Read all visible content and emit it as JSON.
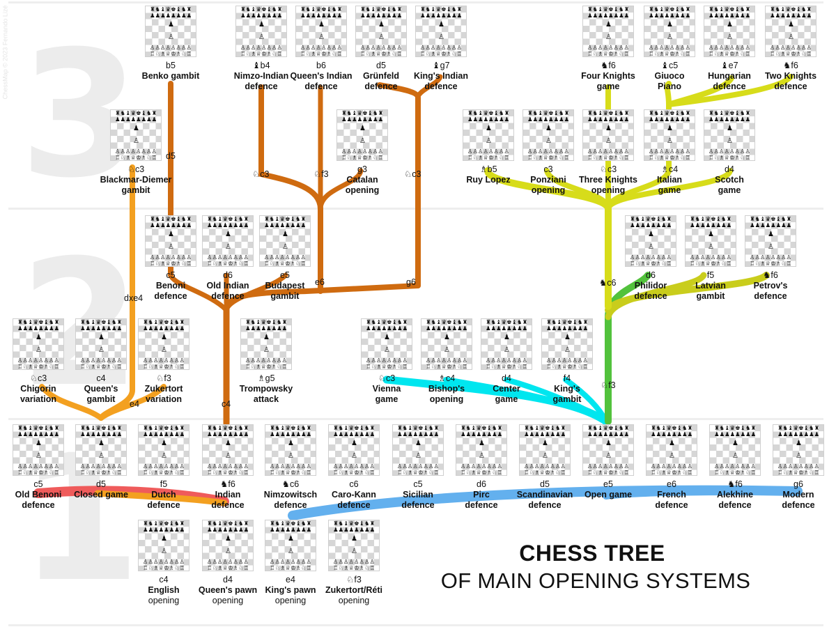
{
  "tiers": [
    "1",
    "2",
    "3"
  ],
  "credit": "ChessMap © 2023 Fernando Lizé",
  "title": {
    "line1": "CHESS TREE",
    "line2": "OF MAIN OPENING SYSTEMS"
  },
  "colors": {
    "root_d4": "#cf6b10",
    "c4_english": "#f3a020",
    "red": "#ef5b5b",
    "blue": "#63b0ee",
    "cyan": "#00e6ef",
    "green": "#52c23c",
    "yellow_green": "#c9cd1c",
    "yellow": "#d7dc1a"
  },
  "nodes": [
    {
      "id": "english",
      "move": "c4",
      "name": [
        "English"
      ],
      "sub": "opening"
    },
    {
      "id": "queens-pawn",
      "move": "d4",
      "name": [
        "Queen's pawn"
      ],
      "sub": "opening"
    },
    {
      "id": "kings-pawn",
      "move": "e4",
      "name": [
        "King's pawn"
      ],
      "sub": "opening"
    },
    {
      "id": "zukertort-reti",
      "move": "♘f3",
      "name": [
        "Zukertort/Réti"
      ],
      "sub": "opening"
    },
    {
      "id": "old-benoni",
      "move": "c5",
      "name": [
        "Old Benoni",
        "defence"
      ]
    },
    {
      "id": "closed-game",
      "move": "d5",
      "name": [
        "Closed game"
      ]
    },
    {
      "id": "dutch",
      "move": "f5",
      "name": [
        "Dutch",
        "defence"
      ]
    },
    {
      "id": "indian",
      "move": "♞f6",
      "name": [
        "Indian",
        "defence"
      ]
    },
    {
      "id": "nimzowitsch",
      "move": "♞c6",
      "name": [
        "Nimzowitsch",
        "defence"
      ]
    },
    {
      "id": "caro-kann",
      "move": "c6",
      "name": [
        "Caro-Kann",
        "defence"
      ]
    },
    {
      "id": "sicilian",
      "move": "c5",
      "name": [
        "Sicilian",
        "defence"
      ]
    },
    {
      "id": "pirc",
      "move": "d6",
      "name": [
        "Pirc",
        "defence"
      ]
    },
    {
      "id": "scandinavian",
      "move": "d5",
      "name": [
        "Scandinavian",
        "defence"
      ]
    },
    {
      "id": "open-game",
      "move": "e5",
      "name": [
        "Open game"
      ]
    },
    {
      "id": "french",
      "move": "e6",
      "name": [
        "French",
        "defence"
      ]
    },
    {
      "id": "alekhine",
      "move": "♞f6",
      "name": [
        "Alekhine",
        "defence"
      ]
    },
    {
      "id": "modern",
      "move": "g6",
      "name": [
        "Modern",
        "defence"
      ]
    },
    {
      "id": "chigorin",
      "move": "♘c3",
      "name": [
        "Chigorin",
        "variation"
      ]
    },
    {
      "id": "queens-gambit",
      "move": "c4",
      "name": [
        "Queen's",
        "gambit"
      ]
    },
    {
      "id": "zukertort-var",
      "move": "♘f3",
      "name": [
        "Zukertort",
        "variation"
      ]
    },
    {
      "id": "trompowsky",
      "move": "♗g5",
      "name": [
        "Trompowsky",
        "attack"
      ]
    },
    {
      "id": "vienna",
      "move": "♘c3",
      "name": [
        "Vienna",
        "game"
      ]
    },
    {
      "id": "bishops-opening",
      "move": "♗c4",
      "name": [
        "Bishop's",
        "opening"
      ]
    },
    {
      "id": "center-game",
      "move": "d4",
      "name": [
        "Center",
        "game"
      ]
    },
    {
      "id": "kings-gambit",
      "move": "f4",
      "name": [
        "King's",
        "gambit"
      ]
    },
    {
      "id": "benoni",
      "move": "c5",
      "name": [
        "Benoni",
        "defence"
      ]
    },
    {
      "id": "old-indian",
      "move": "d6",
      "name": [
        "Old Indian",
        "defence"
      ]
    },
    {
      "id": "budapest",
      "move": "e5",
      "name": [
        "Budapest",
        "gambit"
      ]
    },
    {
      "id": "philidor",
      "move": "d6",
      "name": [
        "Philidor",
        "defence"
      ]
    },
    {
      "id": "latvian",
      "move": "f5",
      "name": [
        "Latvian",
        "gambit"
      ]
    },
    {
      "id": "petrov",
      "move": "♞f6",
      "name": [
        "Petrov's",
        "defence"
      ]
    },
    {
      "id": "blackmar-diemer",
      "move": "♘c3",
      "name": [
        "Blackmar-Diemer",
        "gambit"
      ]
    },
    {
      "id": "catalan",
      "move": "g3",
      "name": [
        "Catalan",
        "opening"
      ]
    },
    {
      "id": "ruy-lopez",
      "move": "♗b5",
      "name": [
        "Ruy Lopez"
      ]
    },
    {
      "id": "ponziani",
      "move": "c3",
      "name": [
        "Ponziani",
        "opening"
      ]
    },
    {
      "id": "three-knights",
      "move": "♘c3",
      "name": [
        "Three Knights",
        "opening"
      ]
    },
    {
      "id": "italian",
      "move": "♗c4",
      "name": [
        "Italian",
        "game"
      ]
    },
    {
      "id": "scotch",
      "move": "d4",
      "name": [
        "Scotch",
        "game"
      ]
    },
    {
      "id": "benko",
      "move": "b5",
      "name": [
        "Benko gambit"
      ]
    },
    {
      "id": "nimzo-indian",
      "move": "♝b4",
      "name": [
        "Nimzo-Indian",
        "defence"
      ]
    },
    {
      "id": "queens-indian",
      "move": "b6",
      "name": [
        "Queen's Indian",
        "defence"
      ]
    },
    {
      "id": "grunfeld",
      "move": "d5",
      "name": [
        "Grünfeld",
        "defence"
      ]
    },
    {
      "id": "kings-indian",
      "move": "♝g7",
      "name": [
        "King's Indian",
        "defence"
      ]
    },
    {
      "id": "four-knights",
      "move": "♞f6",
      "name": [
        "Four Knights",
        "game"
      ]
    },
    {
      "id": "giuoco-piano",
      "move": "♝c5",
      "name": [
        "Giuoco",
        "Piano"
      ]
    },
    {
      "id": "hungarian",
      "move": "♝e7",
      "name": [
        "Hungarian",
        "defence"
      ]
    },
    {
      "id": "two-knights",
      "move": "♞f6",
      "name": [
        "Two Knights",
        "defence"
      ]
    }
  ],
  "branch_moves": {
    "dxe4": "dxe4",
    "e4": "e4",
    "c4": "c4",
    "d5a": "d5",
    "d5b": "d5",
    "nc3a": "♘c3",
    "nf3a": "♘f3",
    "nc3b": "♘c3",
    "e6": "e6",
    "g6": "g6",
    "nc6": "♞c6",
    "nf3b": "♘f3"
  },
  "pieces": {
    "black_back": "♜♞♝♛♚♝♞♜",
    "black_pawns": "♟♟♟♟♟♟♟♟",
    "white_pawns": "♙♙♙♙♙♙♙♙",
    "white_back": "♖♘♗♕♔♗♘♖",
    "pawn_b": "♟",
    "pawn_w": "♙",
    "knight_b": "♞",
    "knight_w": "♘",
    "bishop_b": "♝",
    "bishop_w": "♗"
  }
}
